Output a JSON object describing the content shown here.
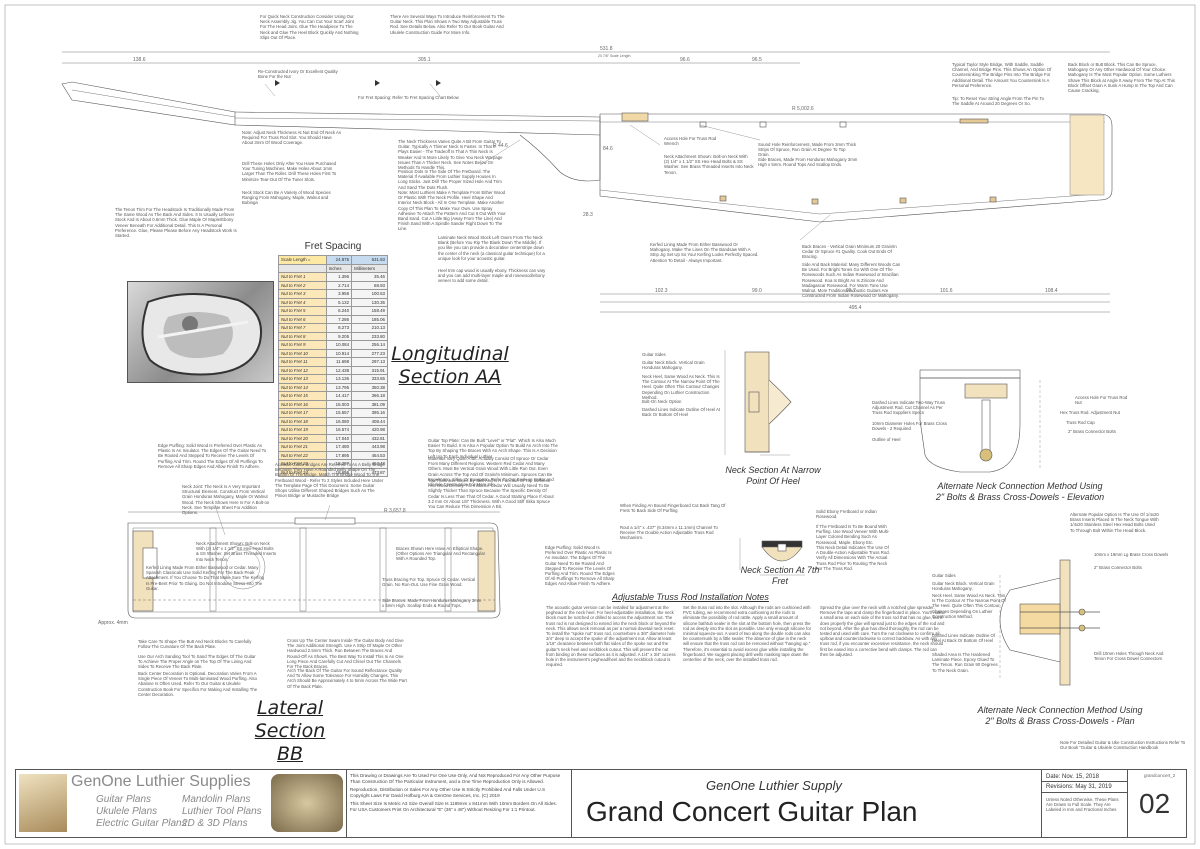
{
  "section_titles": {
    "longitudinal_1": "Longitudinal",
    "longitudinal_2": "Section AA",
    "lateral_1": "Lateral",
    "lateral_2": "Section BB"
  },
  "sub_captions": {
    "neck_heel_1": "Neck Section At Narrow",
    "neck_heel_2": "Point Of Heel",
    "neck_7th_1": "Neck Section At 7th",
    "neck_7th_2": "Fret",
    "truss_rod": "Adjustable Truss Rod Installation Notes",
    "alt_elev_1": "Alternate Neck Connection Method Using",
    "alt_elev_2": "2\" Bolts & Brass Cross-Dowels - Elevation",
    "alt_plan_1": "Alternate Neck Connection Method Using",
    "alt_plan_2": "2\" Bolts & Brass Cross-Dowels - Plan"
  },
  "dimensions": {
    "overall_length": "531.8",
    "overall_inches": "20 7/8\"",
    "overall_note": "Scale Length",
    "d_138_6": "138.6",
    "d_305_1": "305.1",
    "d_96_6": "96.6",
    "d_96_5": "96.5",
    "d_r5002": "R 5,002.6",
    "d_r44": "R 44.6",
    "d_102_3": "102.3",
    "d_99_0": "99.0",
    "d_96_7": "96.7",
    "d_101_6": "101.6",
    "d_108_4": "108.4",
    "d_495_4": "495.4",
    "d_r3657": "R 3,657.8",
    "d_28_3": "28.3",
    "d_84_6": "84.6",
    "approx": "Approx. 4mm"
  },
  "fret_table": {
    "title": "Fret Spacing",
    "scale_label": "Scale Length =",
    "scale_in": "24.875",
    "scale_mm": "631.83",
    "col_in": "Inches",
    "col_mm": "Millimeters",
    "rows": [
      [
        "Nut to Fret 1",
        "1.396",
        "35.46"
      ],
      [
        "Nut to Fret 2",
        "2.714",
        "68.93"
      ],
      [
        "Nut to Fret 3",
        "3.958",
        "100.53"
      ],
      [
        "Nut to Fret 4",
        "5.132",
        "130.35"
      ],
      [
        "Nut to Fret 5",
        "6.240",
        "158.49"
      ],
      [
        "Nut to Fret 6",
        "7.286",
        "185.06"
      ],
      [
        "Nut to Fret 7",
        "8.273",
        "210.13"
      ],
      [
        "Nut to Fret 8",
        "9.205",
        "233.80"
      ],
      [
        "Nut to Fret 9",
        "10.084",
        "256.14"
      ],
      [
        "Nut to Fret 10",
        "10.914",
        "277.23"
      ],
      [
        "Nut to Fret 11",
        "11.698",
        "297.13"
      ],
      [
        "Nut to Fret 12",
        "12.438",
        "315.91"
      ],
      [
        "Nut to Fret 13",
        "13.136",
        "333.65"
      ],
      [
        "Nut to Fret 14",
        "13.795",
        "350.38"
      ],
      [
        "Nut to Fret 15",
        "14.417",
        "366.18"
      ],
      [
        "Nut to Fret 16",
        "15.003",
        "381.09"
      ],
      [
        "Nut to Fret 17",
        "15.557",
        "395.16"
      ],
      [
        "Nut to Fret 18",
        "16.080",
        "408.44"
      ],
      [
        "Nut to Fret 19",
        "16.574",
        "420.98"
      ],
      [
        "Nut to Fret 20",
        "17.040",
        "432.81"
      ],
      [
        "Nut to Fret 21",
        "17.480",
        "443.98"
      ],
      [
        "Nut to Fret 22",
        "17.895",
        "454.53"
      ],
      [
        "Nut to Fret 23",
        "18.287",
        "464.48"
      ],
      [
        "Nut to Fret 24",
        "18.656",
        "473.87"
      ]
    ]
  },
  "notes": {
    "n_top1": "For Quick Neck Construction Consider Using Our Neck Assembly Jig. You Can Cut Your Scarf Joint For The Head Joint, Glue The Headpiece To The Neck and Glue The Heel Block Quickly And Nothing Slips Out Of Place.",
    "n_top2": "There Are Several Ways To Introduce Reinforcement To The Guitar Neck. This Plan Shows A Two Way Adjustable Truss Rod. See Details Below. Also Refer To Our Book Guitar And Ukulele Construction Guide For More Info.",
    "n_recon": "Re-Constructed Ivory Or Excellent Quality Bone For the Nut",
    "n_fretspacing": "For Fret Spacing: Refer To Fret Spacing Chart Below",
    "n_bridge": "Typical Taylor Style Bridge, With Saddle, Saddle Channel, And Bridge Pins. This Shows An Option Of Countersinking The Bridge Pins Into The Bridge For Additional Detail. The Amount You Countersink Is A Personal Preference.",
    "n_tip": "Tip: To Reset Your String Angle From The Pin To The Saddle At Around 20 Degrees Or So.",
    "n_backblock": "Back Block or Butt Block. This Can Be Spruce, Mahogany Or Any Other Hardwood Of Your Choice. Mahogany Is The Most Popular Option. Some Luthiers Shave This Block at Angle It Away From The Top At This Block Offset Grain A Sunk A Hump In The Top And Can Cause Cracking.",
    "n_neckthick": "Note: Adjust Neck Thickness At Nut End Of Neck As Required For Truss Rod Slot. You Should Have About 3mm Of Wood Coverage.",
    "n_drill": "Drill These Holes Only After You Have Purchased Your Tuning Machines. Make Holes About 1mm Larger Than The Roller. Drill These Holes First To Minimize Tear-Out Of The Tuner Slots.",
    "n_neckstock": "Neck Stock Can Be A Variety of Wood Species Ranging From Mahogany, Maple, Walnut and Bubinga",
    "n_trip": "The Tenon Trim For The Headstock Is Traditionally Made From The Same Wood As The Back And Sides. It Is Usually Leftover Stock And Is About 0.6mm Thick. Glue Maple Or Maple/Ebony Veneer Beneath For Additional Detail. This Is A Personal Preference. Glue, Please Please Before Any Headstock Work Is Started.",
    "n_neckthick2": "The Neck Thickness Varies Quite A Bit From Guitar To Guitar. Typically A Thinner Neck Is Faster. In That It Plays Easier - The Tradeoff Is That A Thin Neck Is Weaker And Is More Likely To Give You Neck Warpage Issues Than A Thicker Neck. See Notes Below On Methods To Handle This.",
    "n_position": "Position Dots In The Side Of The Fretboard. The Material If Available From Luthier Supply Houses In Long Sticks. Just Drill The Proper Sized Hole And Trim And Sand The Dots Flush.",
    "n_template": "Note: Most Luthiers Make A Template From Either Wood Or Plastic With The Neck Profile. Heel Shape And Interior Neck Block - All In One Template. Make Another Copy Of This Plan To Make Your Own. Use Spray Adhesive To Attach The Pattern And Cut It Out With Your Band Sand. Cut A Little Big (Away From The Line) And Finish Sand With A Spindle Sander Right Down To The Line.",
    "n_laminate": "Laminate Neck Wood Stock Left Overs From The Neck Blank (Before You Rip The Blank Down The Middle). If you like you can provide a decorative centerstripe down the center of the neck (a classical guitar technique) for a unique look for your acoustic guitar.",
    "n_heelcap": "Heel trim cap wood is usually ebony. Thickness can vary and you can add multi-layer maple and rosewood/ebony veneer to add some detail.",
    "n_access": "Access Hole For Truss Rod Wrench",
    "n_neckattach": "Neck Attachment Shown: Bolt-on Neck With (2) 1/4\" x 1 1/2\" SS Hex-Head Bolts & SS Washer. See Brass Threaded Inserts Into Neck Tenon.",
    "n_soundhole": "Sound Hole Reinforcement, Made From 3mm Thick Strips Of Spruce, Run Grain At Degree To Top Grain.",
    "n_sidebraces": "Side Braces, Made From Honduras Mahogany 3mm High x 5mm. Round Tops And Scallop Ends.",
    "n_kerfed": "Kerfed Lining Made From Either Basswood Or Mahogany. Make The Lines On The Bandsaw With A Strip Jig Set Up So Your Kerfing Looks Perfectly Spaced. Attention To Detail - Always Important.",
    "n_backbraces": "Back Braces - Vertical Grain Minimum 20 Grain/In Cedar Or Spruce #1 Quality. Cook Out Ends Of Bracing.",
    "n_sideback": "Side And Back Material: Many Different Woods Can Be Used. For Bright Tones Go With One Of The Rosewoods Such As Indian Rosewood or Brazilian Rosewood. Koa Is Bright As Is Ziricote And Madagascar Rosewood. For Warm Tone Use Walnut. More Traditional Acoustic Guitars Are Constructed From Indian Rosewood Or Mahogany.",
    "n_gsides": "Guitar Sides",
    "n_neckblock": "Guitar Neck Block. Vertical Grain Honduras Mahogany.",
    "n_heel": "Neck Heel, Same Wood As Neck. This Is The Contour At The Narrow Point Of The Heel. Quite Often This Contour Changes Depending On Luthier Construction Method.",
    "n_boltcap": "Bolt-On Neck Option",
    "n_dashed": "Dashed Lines Indicate Outline Of Heel At Back Or Bottom Of Heel",
    "n_dashed2": "Dashed Lines Indicate Two-Way Truss Adjustment Rod. Cut Channel As Per Truss Rod Suppliers Specs",
    "n_dowels": "10mm Diameter Holes For Brass Cross Dowels - 2 Required",
    "n_outlineheel": "Outline of Heel",
    "n_access2": "Access Hole For Truss Rod Nut",
    "n_hextruss": "Hex Truss Rod. Adjustment Nut",
    "n_trusscap": "Truss Rod Cap",
    "n_brass": "2\" Brass Connector Bolts",
    "n_purfling": "Edge Purfling: Solid Wood Is Preferred Over Plastic As Plastic Is An Insulator. The Edges Of The Guitar Need To Be Routed And Stepped To Receive The Levels Of Purfling And Trim. Round The Edges Of All Purflings To Remove All Sharp Edges And Allow Finish To Adhere.",
    "n_acoustic": "Acoustic Guitar Bridges Are Referred To As A Belly Bridge Because They Have A Rounded Belly Shape On The Bottom Of The Bridge. Match The Bridge Wood To The Fretboard Wood - Refer To 2 Styles Included Here Under The Template Page Of This Document. Some Guitar Shops Utilise Different Shaped Bridges Such As The Pinion Bridge or Mustache Bridge",
    "n_neckjoint": "Neck Joint: The Neck Is A Very Important Structural Element. Construct From Vertical Grain Honduras Mahogany, Maple Or Walnut Wood. The Neck Shown Here Is For A Bolt-on Neck. See Template Sheet For Addition Options.",
    "n_guitartop": "Guitar Top Plate: Can Be Built \"Level\" or \"Flat\". Which Is Also Much Easier To Build. It Is Also A Popular Option To Build An Arch Into The Top By Shaping The Braces With An Arch Shape. This Is A Decision Left Up To Each Individual Luthier.",
    "n_materials": "Materials Vary Quite A Bit. Actually Consist Of Spruce Or Cedar From Many Different Regions. Western Red Cedar And Many Others. Must Be Vertical Grain Wood With Little Run Out. Even Grain Across The Top And Of Grain/In Minimum. Spruces Can Be Engelmann, Sitka, Or European. Refer To Our Book on Guitar and Ukulele Construction For More Info.",
    "n_topthick": "Top Thickness Varies By Well And Is A Function Of Top Stiffness And Wood Density. For Instance Cedar Will Usually Need To Be Slightly Thicker Than Spruce Because The Specific Density Of Cedar Is Less Than That Of Cedar. A Good Starting Place If About 3.2 mm Or About 1/8\" Thickness. With A Good Stiff Sitka Spruce You Can Reduce This Dimension A Bit.",
    "n_neckattach2": "Neck Attachment Shown: Bolt-on Neck With (2) 1/4\" x 1 1/2\" SS Hex-Head Bolts & SS Washer. Set Brass Threaded Inserts Into Neck Tenon.",
    "n_kerfed2": "Kerfed Lining Made From Either Basswood or Cedar. Many Spanish Classicals Use Solid Kerfing For The Back Peak Attachment. If You Choose To Do That Make Sure The Kerfing Is Pre-Bent Prior To Gluing. Do Not Introduce Stress Into The Guitar.",
    "n_braces": "Braces Shown Here Have An Elliptical Shape. (Other Options Are Triangular And Rectangular With A Rounded Top.",
    "n_truss_brace": "Truss Bracing For Top. Spruce Or Cedar. Vertical Grain. No Run-Out. Use Fine Grain Wood.",
    "n_sidebraces2": "Side Braces. Made From Honduras Mahogany 3mm x 5mm High. Scallop Ends & Round Tops.",
    "n_edgepurf2": "Edge Purfling: Solid Wood Is Preferred Over Plastic As Plastic Is An Insulator. The Edges Of The Guitar Need To Be Routed And Stepped To Receive The Levels Of Purfling And Trim. Round The Edges Of All Purflings To Remove All Sharp Edges And Allow Finish To Adhere.",
    "n_takecare": "Take Care To Shape The Butt And Neck Blocks To Carefully Follow The Curvature Of The Back Plate.",
    "n_arch": "Use Our Arch Sanding Tool To Sand The Edges Of The Guitar To Achieve The Proper Angle on The Top Of The Lining And Sides To Receive The Back Plate.",
    "n_backcenter": "Back Center Decoration Is Optional. Decoration Varies From A Single Piece Of Veneer To Multi-laminated Wood Purfling. Also Abalone Is Often Used. Refer To Our Guitar & Ukulele Construction Book For Specifics For Making And Installing The Center Decoration.",
    "n_crossup": "Cross Up The Center Seam Inside The Guitar Body And Give The Joint Additional Strength. Use A Strip Of Maple Or Other Hardwood 2.5mm Thick. Run Between The Braces And Round-Off As Shown. The Best Way To Install This Is An One Long Piece And Carefully Cut And Chisel Out The Channels For The Back Braces.",
    "n_archback": "Arch The Back Of The Guitar For Sound Reflectance Quality And To Allow Some Tolerance For Humidity Changes. This Arch Should Be Approximately 4 to 5mm Across The Wide Part Of The Back Plate.",
    "n_fingerboard": "When Finding An Bound Fingerboard Cut Back Tang Of Frets To Back Side Of Purfling",
    "n_rod": "Rout a 1/4\" x .437\" (6.34mm x 11.1mm) Channel To Receive The Double Action Adjustable Truss Rod Mechanism.",
    "n_ebony": "Solid Ebony Fretboard or Indian Rosewood.",
    "n_fretboard": "If The Fretboard Is To Be Bound With Purfling. Use Wood Veneer With Multi-Layer Colored Bending Such As Rosewood, Maple, Ebony Etc.",
    "n_detail": "This Neck Detail Indicates The Use Of A Double-Action Adjustable Truss Rod. Verify All Dimensions With The Actual Truss Rod Prior To Routing The Neck For The Truss Rod.",
    "n_truss1": "The acoustic guitar version can be installed for adjustment at the peghead or the neck heel. For heel-adjustable installation, the neck block must be notched or drilled to access the adjustment nut. The truss rod is not designed to extend into the neck block or beyond the neck. This allows neck removal as per a normal dovetail neck reset. To install the \"spoke nut\" truss rod, counterbore a 3/8\" diameter hole 3/4\" deep to accept the spoke of the adjustment nut. Allow at least 1/16\" clearance between both flat sides of the spoke nut and the guitar's neck heel and neckblock cutout. This will prevent the nut from binding on these surfaces as it is adjusted. A 1/4\" x 3/4\" access hole in the instrument's peghead/heel and the neckblock cutout is required.",
    "n_truss2": "Set the truss rod into the slot. Although the rods are cushioned with PVC tubing, we recommend extra cushioning at the rods to eliminate the possibility of rod rattle. Apply a small amount of silicone bathtub sealer in the slot at the bottom hole, then press the rod as deeply into the slot as possible. Use only enough silicone for minimal squeeze-out. A word of two along the double rods can also be countersunk by a little sealer. The absence of glue in the neck will ensure that the truss rod can be removed without \"hanging up.\" Therefore, it's essential to avoid excess glue while installing the fingerboard. We suggest placing drill wells masking tape down the centerline of the neck, over the installed truss rod.",
    "n_truss3": "Spread the glue over the neck with a notched glue spreader. Remove the tape and clamp the fingerboard in place. You'll notice a small area on each side of the truss rod that has no glue, but it does properly the glue will spread just to the edges of the rod and not beyond. After the glue has dried thoroughly, the rod can be tested and used with care. Turn the nut clockwise to confirm all up/bow and counterclockwise to correct backbow. As with any truss rod, if you encounter excessive resistance, the neck should first be eased into a corrective bend with clamps. The rod can then be adjusted.",
    "n_gsides2": "Guitar Sides",
    "n_neckblock2": "Guitar Neck Block. Vertical Grain Honduras Mahogany.",
    "n_heel2": "Neck Heel. Same Wood As Neck. This Is The Contour At The Narrow Point Of The Heel. Quite Often This Contour Changes Depending On Luthier Construction Method.",
    "n_dashed3": "Dashed Lines Indicate Outline Of Heel At Back Or Bottom Of Heel",
    "n_shaded": "Shaded Area Is The Hardened Laminate Piece. Epoxy Glued To The Tenon. Run Grain 90 Degrees To The Neck Grain.",
    "n_drill2": "Drill 10mm Holes Through Neck And Tenon For Cross Dowel Connectors",
    "n_dowel2": "10mm x 19mm Lg Brass Cross Dowels",
    "n_brass2": "2\" Brass Connector Bolts",
    "n_altpurp": "Alternate Popular Option Is The Use Of 1/4x20 Brass Inserts Placed In The Neck Tongue With 1/4x20 Stainless Steel Hex Head Bolts Used To Through Bolt Within The Head Block.",
    "n_corner": "Note For Detailed Guitar & Uke Construction Instructions Refer To Our Book \"Guitar & Ukulele Construction Handbook"
  },
  "title_block": {
    "brand": "GenOne Luthier Supplies",
    "plans": [
      "Guitar Plans",
      "Ukulele Plans",
      "Electric Guitar Plans",
      "Mandolin Plans",
      "Luthier Tool Plans",
      "2D & 3D Plans"
    ],
    "legal1": "This Drawing or Drawings Are To Used For One Use Only, And Not Reproduced For Any Other Purpose Than Construction Of The Particular Instrument, and a One Time Reproduction Only is Allowed.",
    "legal2": "Reproduction, Distribution or Sales For Any Other Use Is Strictly Prohibited And Falls Under U.S Copyright Laws For David Hofburg AIA & GenOne Services, Inc. (C) 2019",
    "legal3": "This Sheet Size Is Metric A3 Size Overall Size Is 1189mm x 841mm With 10mm Borders On All Sides. For USA Customers Print On Architectural \"E\" (36\" x 48\") Without Resizing For 1:1 Printout.",
    "company": "GenOne Luthier Supply",
    "plan_title": "Grand Concert Guitar Plan",
    "date": "Date: Nov. 15, 2018",
    "revision": "Revisions: May 31, 2019",
    "disclaimer": "Unless Noted Otherwise, These Plans Are Drawn to Full Scale. They Are Labeled in mm and Fractional Inches",
    "filename": "grandconcert_2",
    "sheet": "02"
  }
}
